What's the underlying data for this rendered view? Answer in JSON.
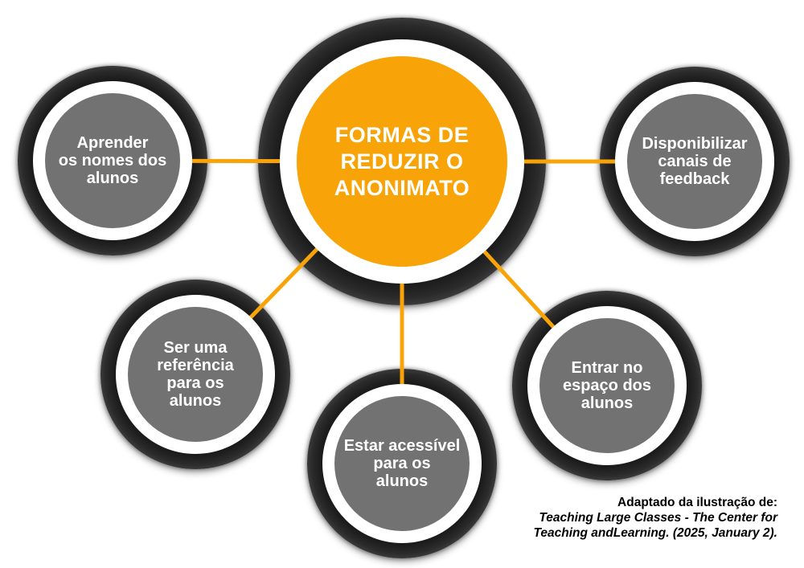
{
  "diagram": {
    "center": {
      "label": "FORMAS DE\nREDUZIR O\nANONIMATO"
    },
    "satellites": [
      {
        "id": "aprender-nomes",
        "label": "Aprender\nos nomes dos\nalunos"
      },
      {
        "id": "canais-feedback",
        "label": "Disponibilizar\ncanais de\nfeedback"
      },
      {
        "id": "ser-referencia",
        "label": "Ser uma\nreferência\npara os\nalunos"
      },
      {
        "id": "estar-acessivel",
        "label": "Estar acessível\npara os\nalunos"
      },
      {
        "id": "entrar-espaco",
        "label": "Entrar no\nespaço dos\nalunos"
      }
    ],
    "colors": {
      "center_fill": "#F8A408",
      "connector": "#F8A408",
      "satellite_fill": "#727272",
      "ring_white": "#FFFFFF",
      "ring_dark": "#1C1C1C",
      "label_text": "#FFFFFF",
      "caption_text": "#000000",
      "background": "#FFFFFF"
    }
  },
  "caption": {
    "line1": "Adaptado da ilustração de:",
    "line2": "Teaching Large Classes - The Center for",
    "line3": "Teaching andLearning. (2025, January 2)."
  }
}
